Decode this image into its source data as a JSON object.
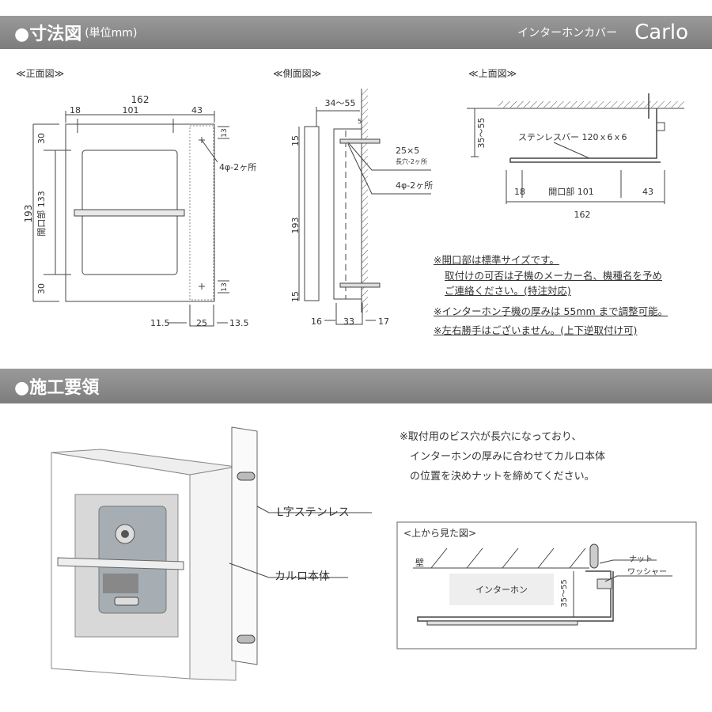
{
  "header1": {
    "title": "●寸法図",
    "unit": "(単位mm)",
    "product_kana": "インターホンカバー",
    "product_name": "Carlo"
  },
  "front": {
    "title": "≪正面図≫",
    "w_total": "162",
    "w_left": "18",
    "w_open": "101",
    "w_right": "43",
    "h_total": "193",
    "h_top": "30",
    "h_open": "開口部 133",
    "h_bottom": "30",
    "hole_offset_top": "13",
    "hole_offset_bottom": "13",
    "hole_label": "4φ-2ヶ所",
    "b_left": "11.5",
    "b_mid": "25",
    "b_right": "13.5"
  },
  "side": {
    "title": "≪側面図≫",
    "depth": "34〜55",
    "gap": "5",
    "slot": "25×5",
    "slot_sub": "長穴-2ヶ所",
    "hole": "4φ-2ヶ所",
    "h_top": "15",
    "h_total": "193",
    "h_bottom": "15",
    "b_left": "16",
    "b_mid": "33",
    "b_right": "17"
  },
  "top": {
    "title": "≪上面図≫",
    "depth": "35〜55",
    "bar_label": "ステンレスバー 120ｘ6ｘ6",
    "w_left": "18",
    "w_open": "開口部 101",
    "w_right": "43",
    "w_total": "162"
  },
  "notes": [
    "※開口部は標準サイズです。",
    "取付けの可否は子機のメーカー名、機種名を予め",
    "ご連絡ください。(特注対応)",
    "※インターホン子機の厚みは 55mm まで調整可能。",
    "※左右勝手はございません。(上下逆取付け可)"
  ],
  "header2": {
    "title": "●施工要領"
  },
  "install": {
    "notes": [
      "※取付用のビス穴が長穴になっており、",
      "インターホンの厚みに合わせてカルロ本体",
      "の位置を決めナットを締めてください。"
    ],
    "label_l": "L字ステンレス",
    "label_body": "カルロ本体"
  },
  "topview": {
    "title": "<上から見た図>",
    "wall": "壁",
    "intercom": "インターホン",
    "nut": "ナット",
    "washer": "ワッシャー",
    "depth": "35〜55"
  }
}
